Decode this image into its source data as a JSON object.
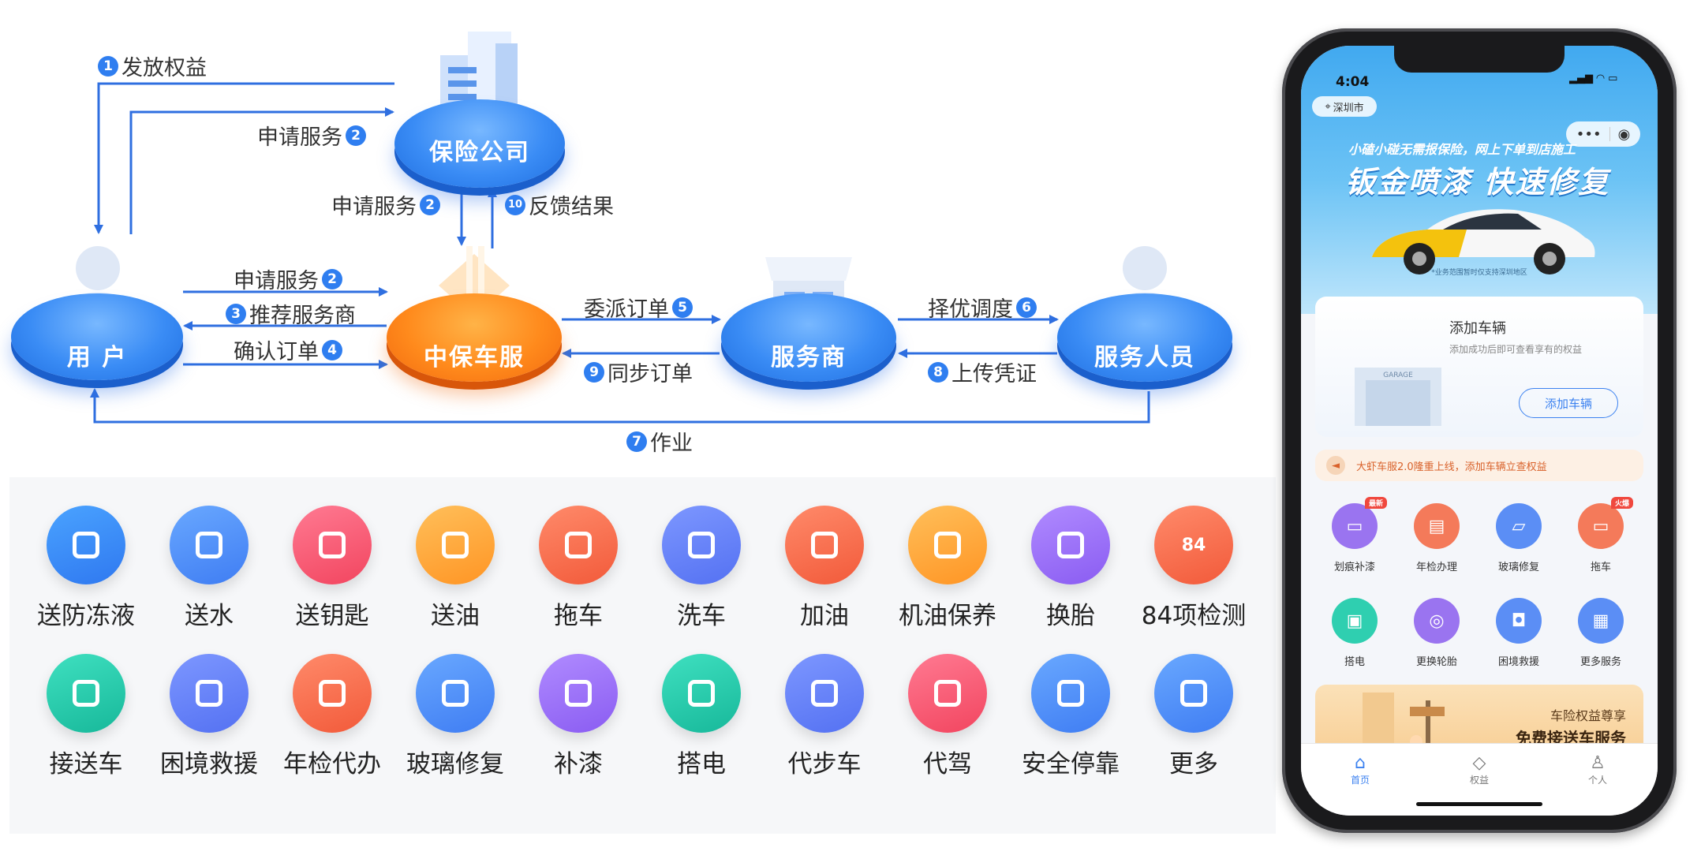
{
  "flow": {
    "nodes": {
      "insurance": "保险公司",
      "user": "用 户",
      "platform": "中保车服",
      "provider": "服务商",
      "staff": "服务人员"
    },
    "steps": [
      {
        "num": "1",
        "text": "发放权益"
      },
      {
        "num": "2",
        "text": "申请服务"
      },
      {
        "num": "2",
        "text": "申请服务"
      },
      {
        "num": "10",
        "text": "反馈结果"
      },
      {
        "num": "2",
        "text": "申请服务"
      },
      {
        "num": "3",
        "text": "推荐服务商"
      },
      {
        "num": "4",
        "text": "确认订单"
      },
      {
        "num": "5",
        "text": "委派订单"
      },
      {
        "num": "9",
        "text": "同步订单"
      },
      {
        "num": "6",
        "text": "择优调度"
      },
      {
        "num": "8",
        "text": "上传凭证"
      },
      {
        "num": "7",
        "text": "作业"
      }
    ]
  },
  "services": [
    {
      "label": "送防冻液",
      "icon": "antifreeze-bottle-icon",
      "c1": "#4aa3ff",
      "c2": "#2f78f0"
    },
    {
      "label": "送水",
      "icon": "water-bucket-icon",
      "c1": "#69a8ff",
      "c2": "#3f7df3"
    },
    {
      "label": "送钥匙",
      "icon": "car-key-icon",
      "c1": "#ff7a92",
      "c2": "#f2455f"
    },
    {
      "label": "送油",
      "icon": "oil-can-icon",
      "c1": "#ffbf5a",
      "c2": "#ff9524"
    },
    {
      "label": "拖车",
      "icon": "tow-car-icon",
      "c1": "#ff8a6a",
      "c2": "#f25a3a"
    },
    {
      "label": "洗车",
      "icon": "car-wash-icon",
      "c1": "#7d97ff",
      "c2": "#5471f2"
    },
    {
      "label": "加油",
      "icon": "fuel-pump-icon",
      "c1": "#ff8a6a",
      "c2": "#f25a3a"
    },
    {
      "label": "机油保养",
      "icon": "engine-oil-icon",
      "c1": "#ffbf5a",
      "c2": "#ff9524"
    },
    {
      "label": "换胎",
      "icon": "tire-icon",
      "c1": "#b08bff",
      "c2": "#8a5cf2"
    },
    {
      "label": "84项检测",
      "icon": "inspection-shield-icon",
      "c1": "#ff8a6a",
      "c2": "#f25a3a",
      "text": "84"
    },
    {
      "label": "接送车",
      "icon": "pickup-car-icon",
      "c1": "#3fe0c0",
      "c2": "#17b89a"
    },
    {
      "label": "困境救援",
      "icon": "rescue-icon",
      "c1": "#7d97ff",
      "c2": "#5471f2"
    },
    {
      "label": "年检代办",
      "icon": "annual-inspection-icon",
      "c1": "#ff8a6a",
      "c2": "#f25a3a"
    },
    {
      "label": "玻璃修复",
      "icon": "glass-repair-icon",
      "c1": "#69a8ff",
      "c2": "#3f7df3"
    },
    {
      "label": "补漆",
      "icon": "paint-repair-icon",
      "c1": "#b08bff",
      "c2": "#8a5cf2"
    },
    {
      "label": "搭电",
      "icon": "battery-icon",
      "c1": "#3fe0c0",
      "c2": "#17b89a"
    },
    {
      "label": "代步车",
      "icon": "substitute-car-icon",
      "c1": "#7d97ff",
      "c2": "#5471f2"
    },
    {
      "label": "代驾",
      "icon": "steering-wheel-icon",
      "c1": "#ff7a92",
      "c2": "#f2455f"
    },
    {
      "label": "安全停靠",
      "icon": "safe-parking-icon",
      "c1": "#69a8ff",
      "c2": "#3f7df3"
    },
    {
      "label": "更多",
      "icon": "more-grid-icon",
      "c1": "#69a8ff",
      "c2": "#3f7df3"
    }
  ],
  "phone": {
    "time": "4:04",
    "city": "深圳市",
    "banner_sub": "小磕小碰无需报保险，网上下单到店施工",
    "banner_title": "钣金喷漆 快速修复",
    "banner_note": "*业务范围暂时仅支持深圳地区",
    "add_car_title": "添加车辆",
    "add_car_desc": "添加成功后即可查看享有的权益",
    "add_car_button": "添加车辆",
    "notice": "大虾车服2.0隆重上线，添加车辆立查权益",
    "grid": [
      {
        "label": "划痕补漆",
        "tag": "最新",
        "c": "#9a74f0",
        "glyph": "▭"
      },
      {
        "label": "年检办理",
        "tag": "",
        "c": "#f47a5a",
        "glyph": "▤"
      },
      {
        "label": "玻璃修复",
        "tag": "",
        "c": "#5b8ef5",
        "glyph": "▱"
      },
      {
        "label": "拖车",
        "tag": "火爆",
        "c": "#f47a5a",
        "glyph": "▭"
      },
      {
        "label": "搭电",
        "tag": "",
        "c": "#2fcfb0",
        "glyph": "▣"
      },
      {
        "label": "更换轮胎",
        "tag": "",
        "c": "#9a74f0",
        "glyph": "◎"
      },
      {
        "label": "困境救援",
        "tag": "",
        "c": "#5b8ef5",
        "glyph": "◘"
      },
      {
        "label": "更多服务",
        "tag": "",
        "c": "#5b8ef5",
        "glyph": "▦"
      }
    ],
    "promo_title": "车险权益尊享",
    "promo_main": "免费接送车服务",
    "garage_label": "GARAGE",
    "tabs": [
      "首页",
      "权益",
      "个人"
    ]
  }
}
